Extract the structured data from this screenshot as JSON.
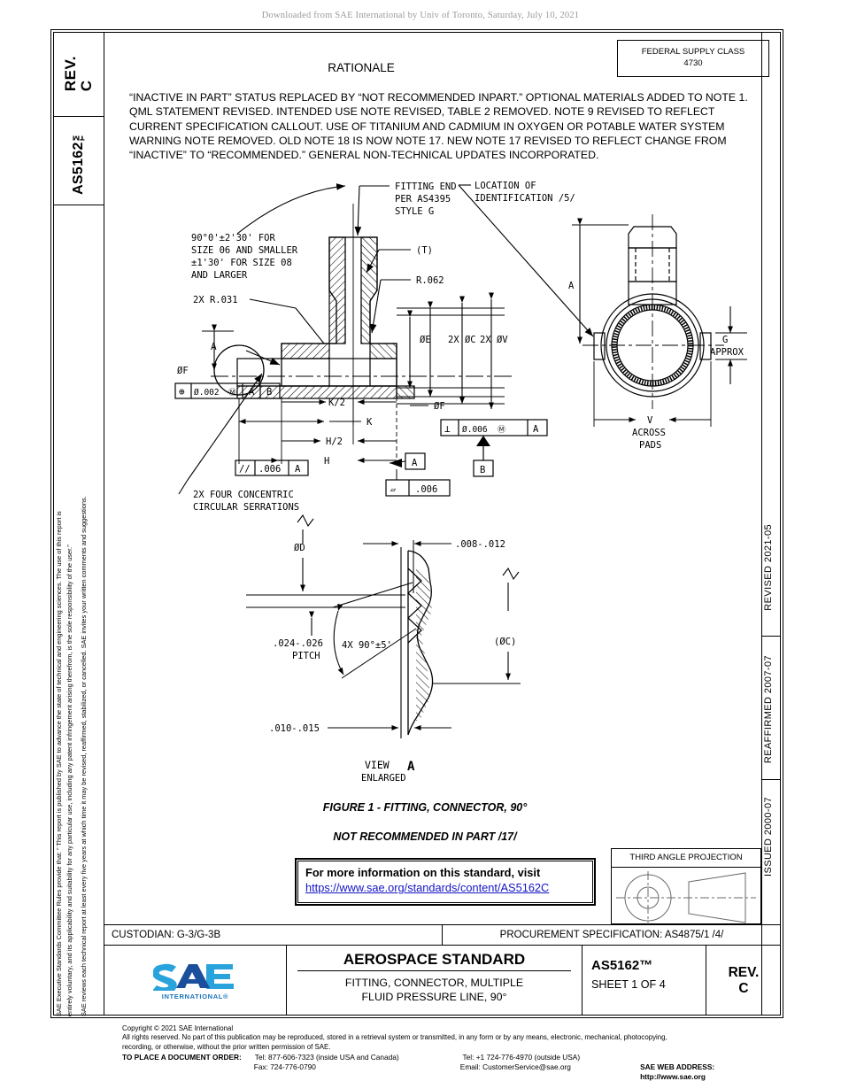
{
  "banner": {
    "text": "Downloaded from SAE International by Univ of Toronto, Saturday, July 10, 2021"
  },
  "left_strip": {
    "rev_label": "REV.",
    "rev_value": "C",
    "standard_id": "AS5162™",
    "disclaimer_line1": "SAE Executive Standards Committee Rules provide that: “ This report is published by SAE to advance the state of technical and engineering sciences. The use of this report is",
    "disclaimer_line2": "entirely voluntary, and its applicability and suitability for any particular use, including any patent infringement arising therefrom, is the sole responsibility of the user.”",
    "disclaimer_line3": "SAE reviews each technical report at least every five years at which time it may be revised, reaffirmed, stabilized, or cancelled. SAE invites your written comments and suggestions."
  },
  "right_strip": {
    "revised": "REVISED 2021-05",
    "reaffirmed": "REAFFIRMED 2007-07",
    "issued": "ISSUED 2000-07"
  },
  "fsc": {
    "label": "FEDERAL SUPPLY CLASS",
    "value": "4730"
  },
  "rationale": {
    "title": "RATIONALE",
    "body": "“INACTIVE IN PART” STATUS REPLACED BY “NOT RECOMMENDED INPART.” OPTIONAL MATERIALS ADDED TO NOTE 1. QML STATEMENT REVISED. INTENDED USE NOTE REVISED, TABLE 2 REMOVED. NOTE 9 REVISED TO REFLECT CURRENT SPECIFICATION CALLOUT. USE OF TITANIUM AND CADMIUM IN OXYGEN OR POTABLE WATER SYSTEM WARNING NOTE REMOVED. OLD NOTE 18 IS NOW NOTE 17. NEW NOTE 17 REVISED TO REFLECT CHANGE FROM “INACTIVE” TO “RECOMMENDED.” GENERAL NON-TECHNICAL UPDATES INCORPORATED."
  },
  "drawing": {
    "callouts": {
      "fitting_end_l1": "FITTING END",
      "fitting_end_l2": "PER AS4395",
      "fitting_end_l3": "STYLE G",
      "angle_l1": "90°0'±2'30' FOR",
      "angle_l2": "SIZE 06 AND SMALLER",
      "angle_l3": "±1'30' FOR SIZE 08",
      "angle_l4": "AND LARGER",
      "radius_2x": "2X R.031",
      "t_note": "(T)",
      "r062": "R.062",
      "location_id_l1": "LOCATION OF",
      "location_id_l2": "IDENTIFICATION /5/",
      "dia_e": "ØE",
      "dia_c_2x": "2X ØC",
      "dia_v_2x": "2X ØV",
      "dia_f_left": "ØF",
      "dia_f_right": "ØF",
      "k_half": "K/2",
      "k": "K",
      "h_half": "H/2",
      "h": "H",
      "letter_a_left": "A",
      "datum_a_right": "A",
      "datum_b": "B",
      "serrations_l1": "2X FOUR CONCENTRIC",
      "serrations_l2": "CIRCULAR SERRATIONS",
      "end_view_a": "A",
      "end_view_v": "V",
      "across_pads_l1": "ACROSS",
      "across_pads_l2": "PADS",
      "g_label": "G",
      "approx_label": "APPROX"
    },
    "gdt": {
      "position_sym": "⊕",
      "position_val": "Ø.002",
      "position_mod": "M",
      "position_datum_a": "A",
      "position_datum_b": "B",
      "parallel_sym": "//",
      "parallel_val": ".006",
      "parallel_datum": "A",
      "flat_sym": "▱",
      "flat_val": ".006",
      "perp_sym": "⊥",
      "perp_val": "Ø.006",
      "perp_mod": "M",
      "perp_datum": "A"
    },
    "view_a": {
      "dia_d": "ØD",
      "top_tol": ".008-.012",
      "pitch_l1": ".024-.026",
      "pitch_l2": "PITCH",
      "angle_4x": "4X 90°±5'",
      "dia_c_ref": "(ØC)",
      "bottom_tol": ".010-.015",
      "view_label_l1": "VIEW",
      "view_label_letter": "A",
      "view_label_l2": "ENLARGED"
    }
  },
  "figure": {
    "caption": "FIGURE 1 - FITTING, CONNECTOR, 90°",
    "subcaption": "NOT RECOMMENDED IN PART /17/"
  },
  "info_box": {
    "line1": "For more information on this standard, visit",
    "line2": "https://www.sae.org/standards/content/AS5162C"
  },
  "third_angle": {
    "title": "THIRD ANGLE PROJECTION"
  },
  "custodian": {
    "text": "CUSTODIAN: G-3/G-3B"
  },
  "procurement": {
    "text": "PROCUREMENT SPECIFICATION: AS4875/1 /4/"
  },
  "title_block": {
    "logo_text": "SAE",
    "logo_sub": "INTERNATIONAL®",
    "doc_type": "AEROSPACE STANDARD",
    "subtitle_l1": "FITTING, CONNECTOR, MULTIPLE",
    "subtitle_l2": "FLUID PRESSURE LINE, 90°",
    "standard_number": "AS5162™",
    "sheet": "SHEET 1 OF 4",
    "rev_label": "REV.",
    "rev_value": "C"
  },
  "footer": {
    "copyright": "Copyright © 2021 SAE International",
    "rights_l1": "All rights reserved. No part of this publication may be reproduced, stored in a retrieval system or transmitted, in any form or by any means, electronic, mechanical, photocopying,",
    "rights_l2": "recording, or otherwise, without the prior written permission of SAE.",
    "order_label": "TO PLACE A DOCUMENT ORDER:",
    "tel_inside": "Tel: 877-606-7323 (inside USA and Canada)",
    "fax": "Fax: 724-776-0790",
    "tel_outside": "Tel: +1 724-776-4970 (outside USA)",
    "email": "Email: CustomerService@sae.org",
    "web": "SAE WEB ADDRESS: http://www.sae.org"
  },
  "colors": {
    "link": "#1414c8",
    "brand": "#1b75bb",
    "banner": "#9a9a9a"
  }
}
